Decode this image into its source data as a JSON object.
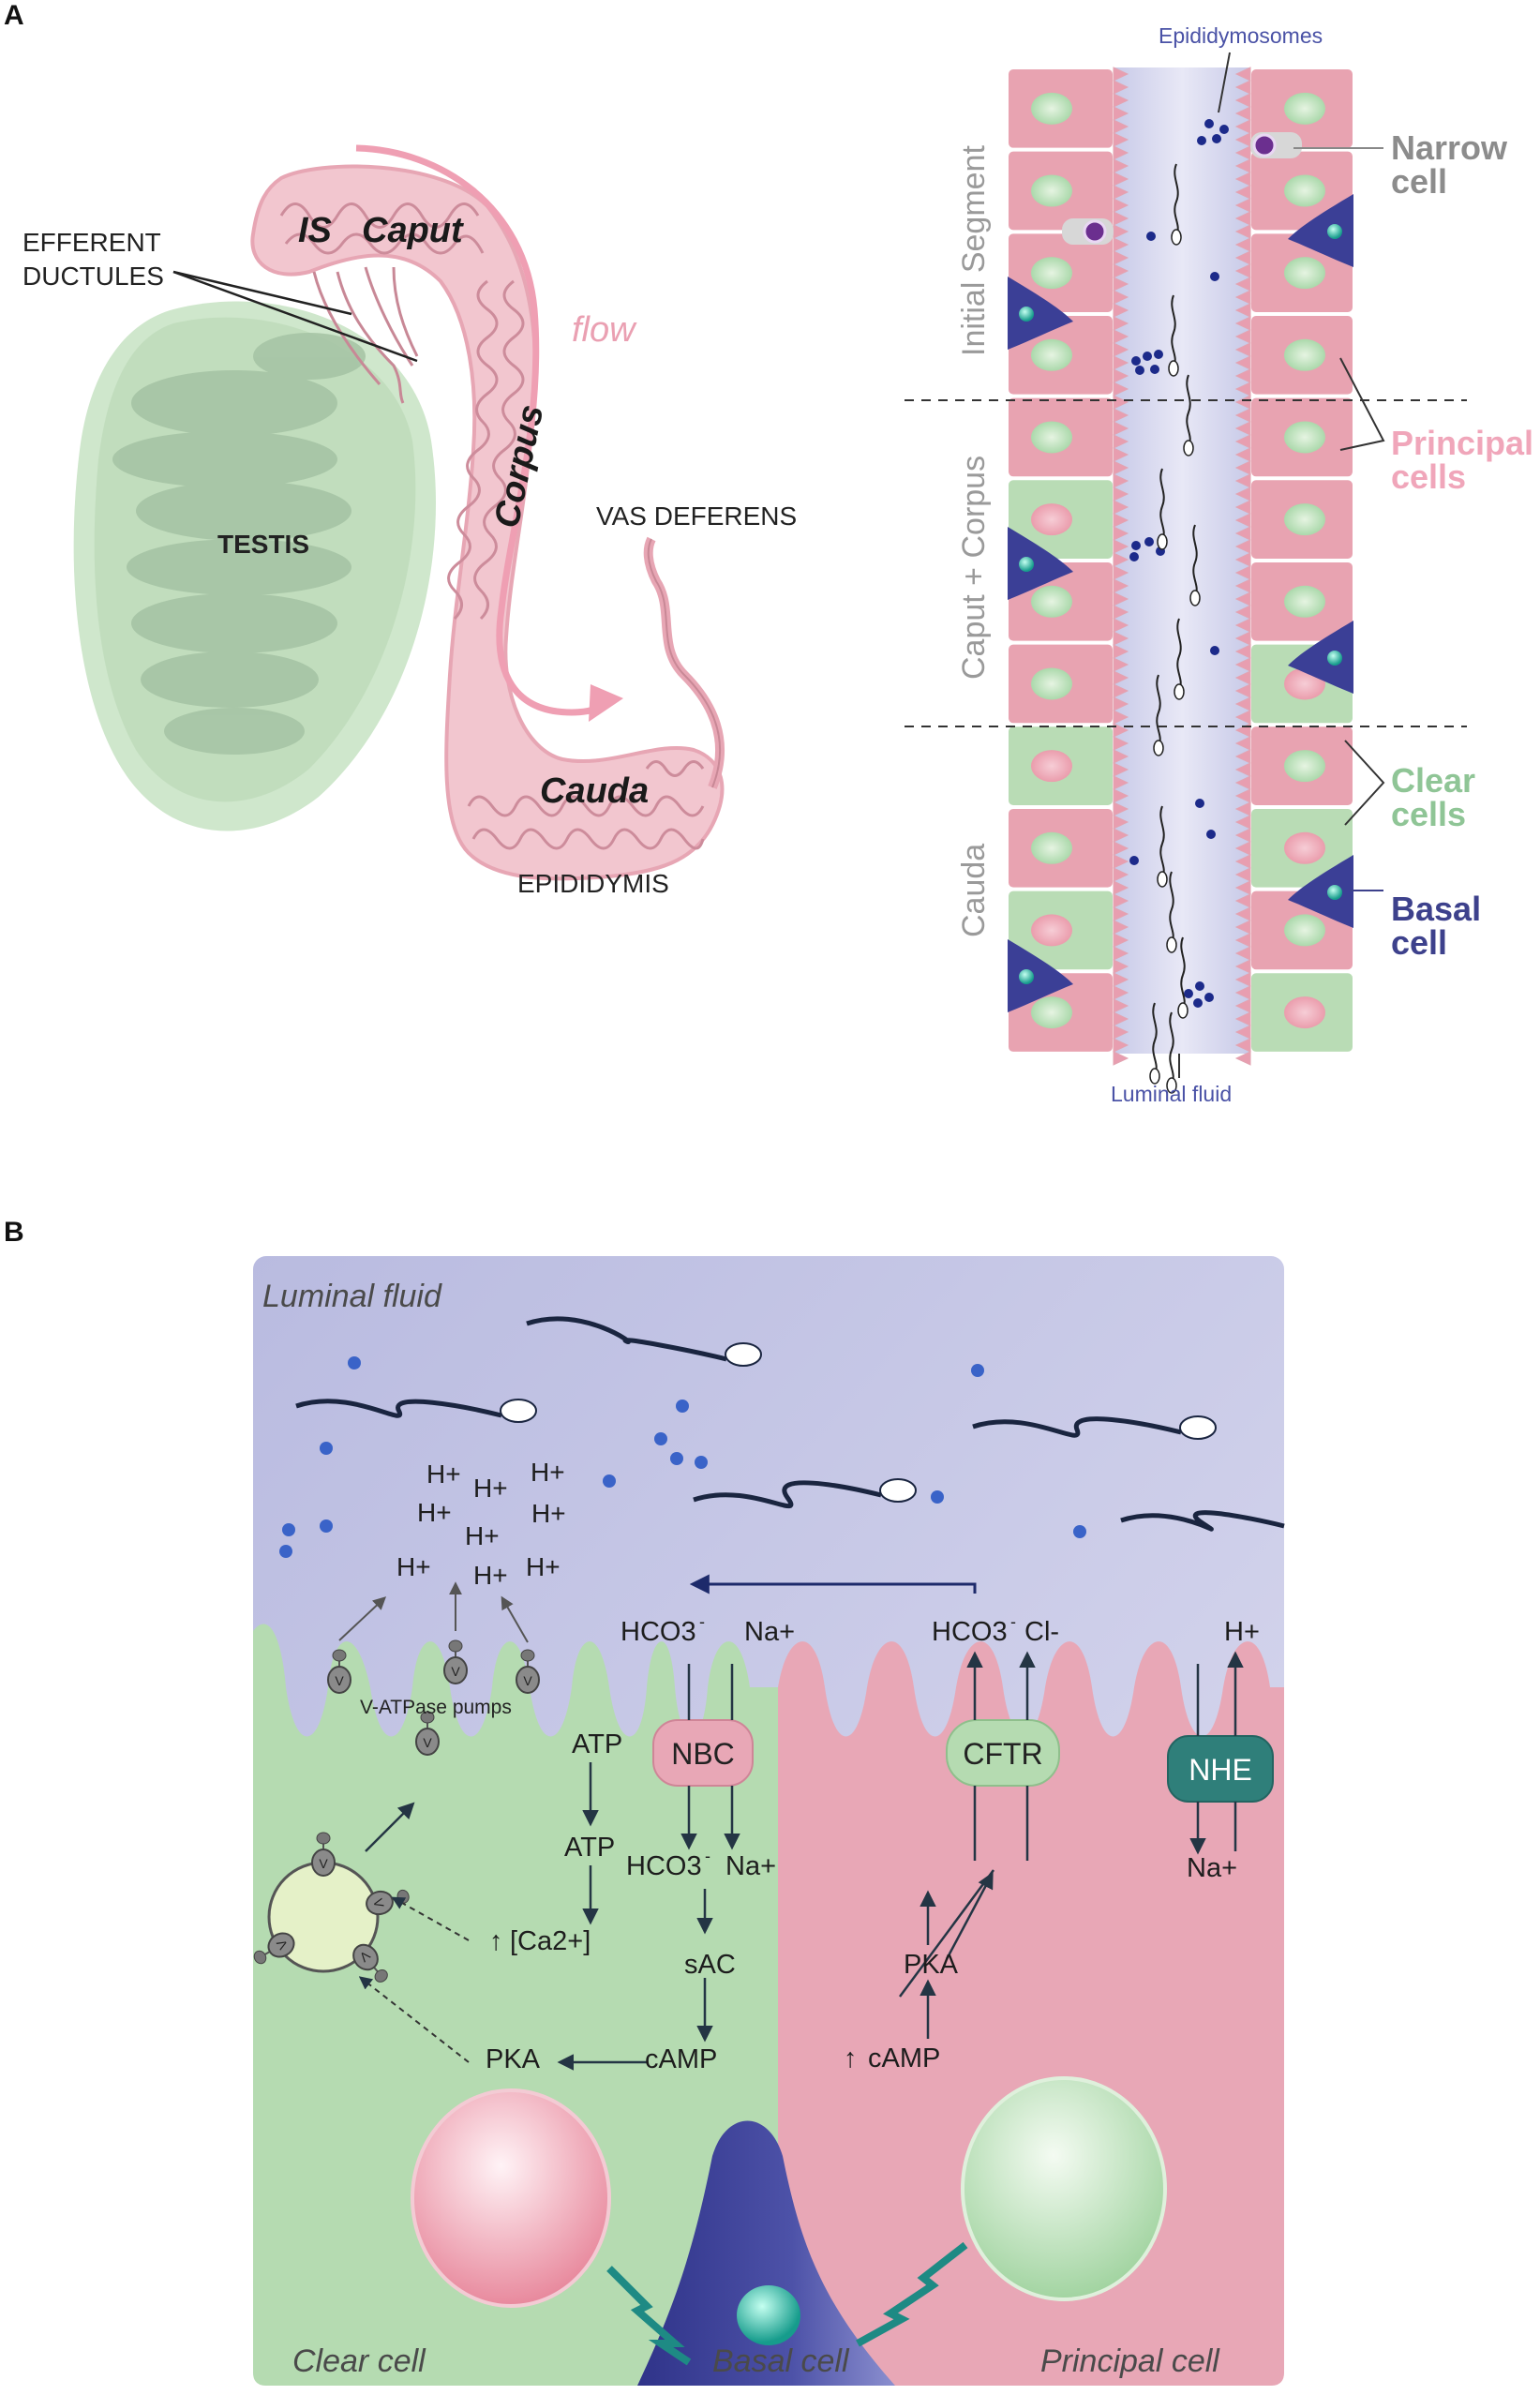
{
  "panels": {
    "a": "A",
    "b": "B"
  },
  "panel_a": {
    "efferent_ductules": [
      "EFFERENT",
      "DUCTULES"
    ],
    "testis": "TESTIS",
    "is_label": "IS",
    "caput": "Caput",
    "corpus": "Corpus",
    "cauda": "Cauda",
    "flow": "flow",
    "vas_deferens": "VAS DEFERENS",
    "epididymis": "EPIDIDYMIS",
    "epididymosomes": "Epididymosomes",
    "luminal_fluid": "Luminal fluid",
    "segments": {
      "initial": "Initial Segment",
      "caput_corpus": "Caput + Corpus",
      "cauda": "Cauda"
    },
    "cell_labels": {
      "narrow": [
        "Narrow",
        "cell"
      ],
      "principal": [
        "Principal",
        "cells"
      ],
      "clear": [
        "Clear",
        "cells"
      ],
      "basal": [
        "Basal",
        "cell"
      ]
    }
  },
  "panel_b": {
    "luminal_fluid": "Luminal fluid",
    "h_plus": "H+",
    "v_atpase": "V-ATPase pumps",
    "v_letter": "V",
    "atp": "ATP",
    "nbc": "NBC",
    "cftr": "CFTR",
    "nhe": "NHE",
    "hco3": "HCO3",
    "na": "Na+",
    "cl": "Cl-",
    "ca": "[Ca2+]",
    "sac": "sAC",
    "camp": "cAMP",
    "pka": "PKA",
    "clear_cell": "Clear cell",
    "basal_cell": "Basal cell",
    "principal_cell": "Principal  cell"
  },
  "colors": {
    "principal": "#e8a3b1",
    "clear": "#b9dcb5",
    "basal": "#3b3f96",
    "lumen": "#c9cbe6",
    "nhe": "#2f7f7a"
  }
}
